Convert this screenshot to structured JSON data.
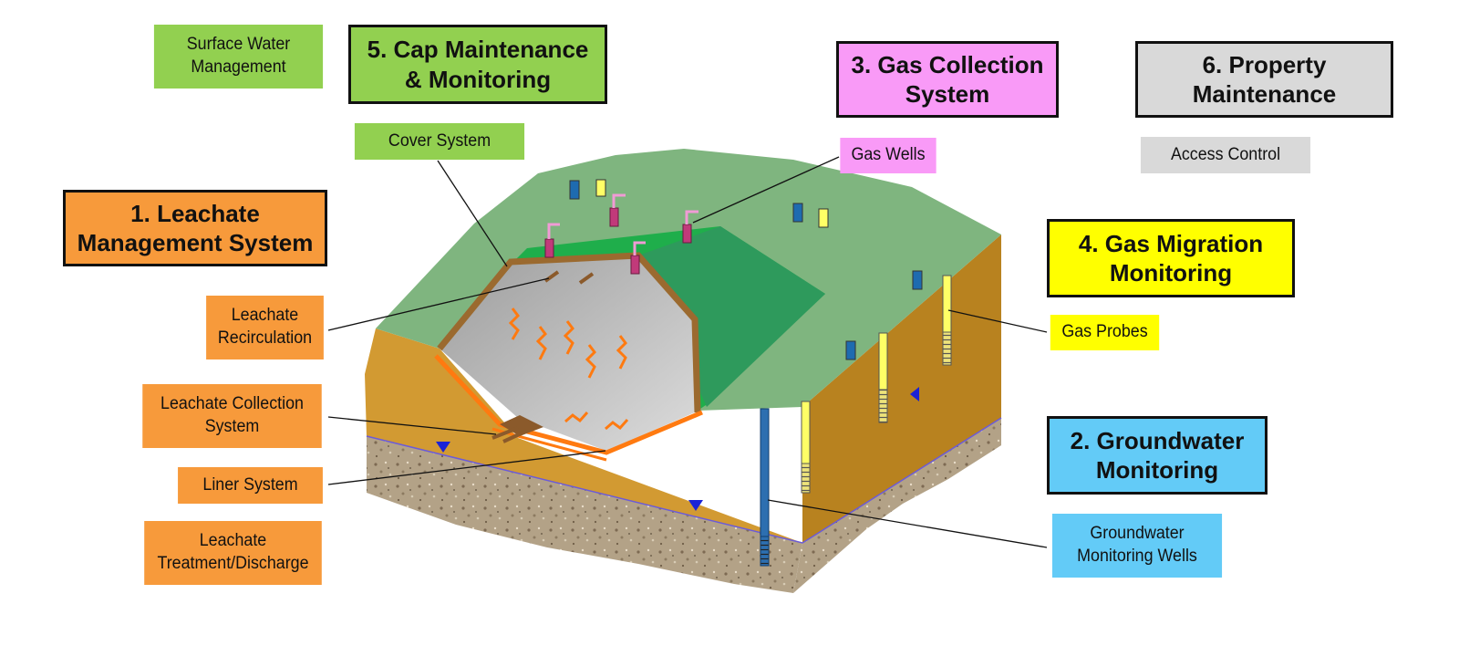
{
  "categories": {
    "leachate": "1. Leachate\nManagement System",
    "groundwater": "2. Groundwater\nMonitoring",
    "gas_collection": "3. Gas Collection\nSystem",
    "gas_migration": "4. Gas Migration\nMonitoring",
    "cap": "5.  Cap Maintenance\n& Monitoring",
    "property": "6.  Property\nMaintenance"
  },
  "components": {
    "surface_water": "Surface Water\nManagement",
    "cover_system": "Cover System",
    "gas_wells": "Gas Wells",
    "access_control": "Access Control",
    "gas_probes": "Gas Probes",
    "leachate_recirculation": "Leachate\nRecirculation",
    "leachate_collection": "Leachate Collection\nSystem",
    "liner_system": "Liner System",
    "leachate_treatment": "Leachate\nTreatment/Discharge",
    "gw_wells": "Groundwater\nMonitoring Wells"
  },
  "colors": {
    "green": "#92d050",
    "orange": "#f79a3b",
    "pink": "#f99af7",
    "gray": "#d9d9d9",
    "yellow": "#ffff00",
    "blue": "#63cbf7",
    "ground_top": "#7fb57f",
    "cap_top": "#1fae4b",
    "soil": "#d29a32",
    "gravel": "#a8957a",
    "waste": "#c8c8c8",
    "liner": "#ff7a10"
  }
}
